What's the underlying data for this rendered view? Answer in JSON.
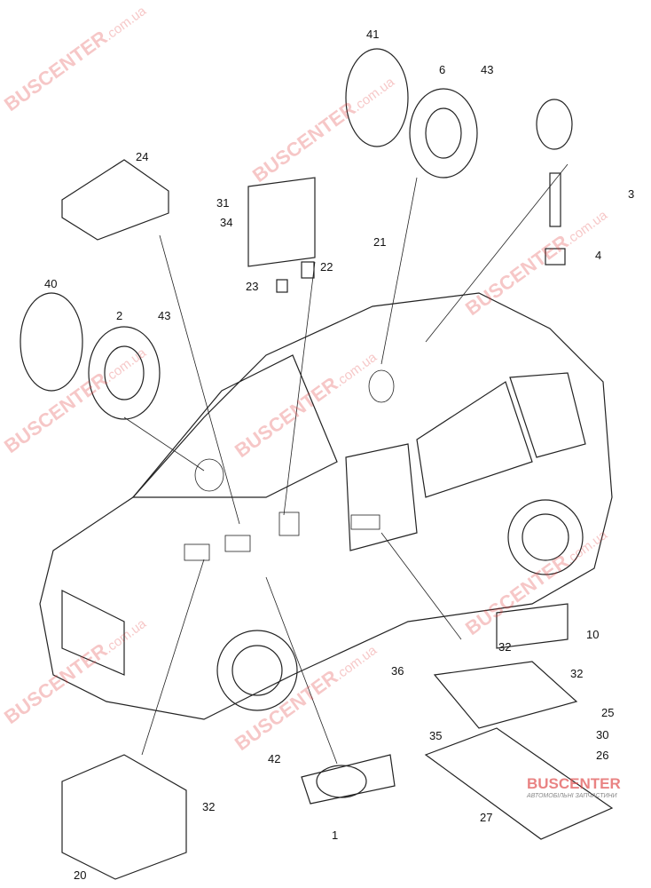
{
  "watermark": {
    "brand": "BUSCENTER",
    "domain": ".com.ua"
  },
  "logo": {
    "title": "BUSCENTER",
    "subtitle": "АВТОМОБІЛЬНІ ЗАПЧАСТИНИ"
  },
  "callouts": [
    "41",
    "6",
    "43",
    "24",
    "31",
    "34",
    "21",
    "22",
    "23",
    "3",
    "4",
    "40",
    "2",
    "43",
    "10",
    "32",
    "36",
    "32",
    "25",
    "35",
    "30",
    "26",
    "42",
    "32",
    "1",
    "27",
    "20"
  ],
  "colors": {
    "line": "#222222",
    "watermark": "#e23a3a"
  }
}
